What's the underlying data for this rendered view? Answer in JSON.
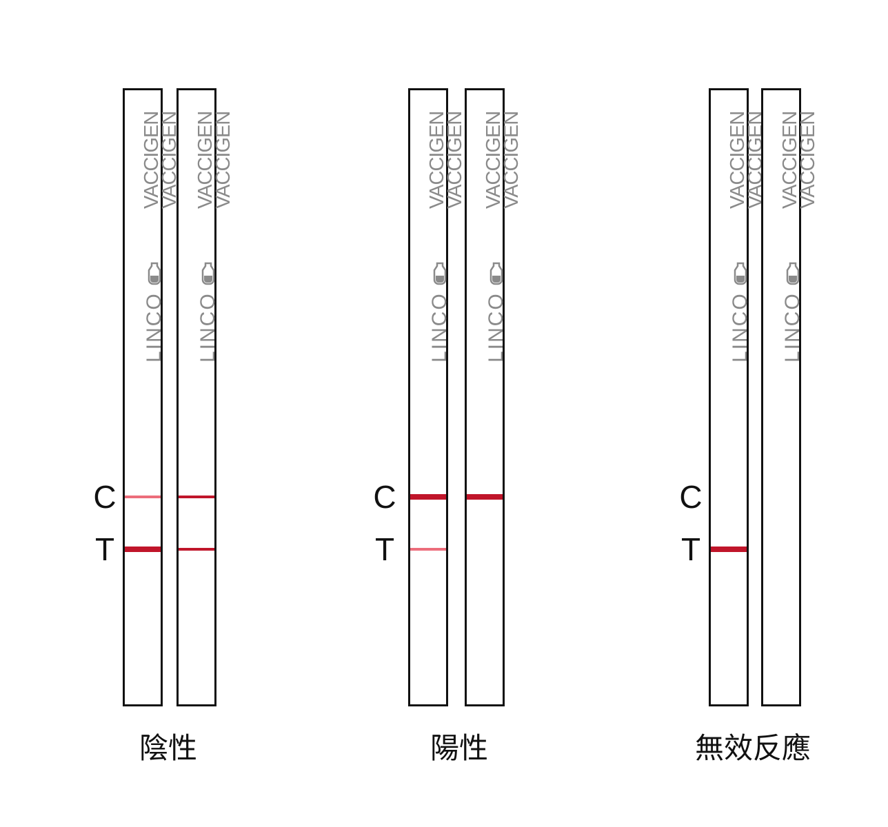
{
  "brand_top": "VACCIGEN\nVACCIGEN",
  "brand_bottom": "LINCO",
  "labels": {
    "c": "C",
    "t": "T"
  },
  "colors": {
    "strong_band": "#c0152a",
    "faint_band": "#ec6d7b",
    "outline": "#111111",
    "brand_text": "#8a8a8a"
  },
  "groups": [
    {
      "title": "陰性",
      "strips": [
        {
          "c_band": "faint",
          "t_band": "strong"
        },
        {
          "c_band": "medium",
          "t_band": "medium"
        }
      ]
    },
    {
      "title": "陽性",
      "strips": [
        {
          "c_band": "strong",
          "t_band": "faint"
        },
        {
          "c_band": "strong",
          "t_band": "none"
        }
      ]
    },
    {
      "title": "無效反應",
      "strips": [
        {
          "c_band": "none",
          "t_band": "strong"
        },
        {
          "c_band": "none",
          "t_band": "none"
        }
      ]
    }
  ]
}
